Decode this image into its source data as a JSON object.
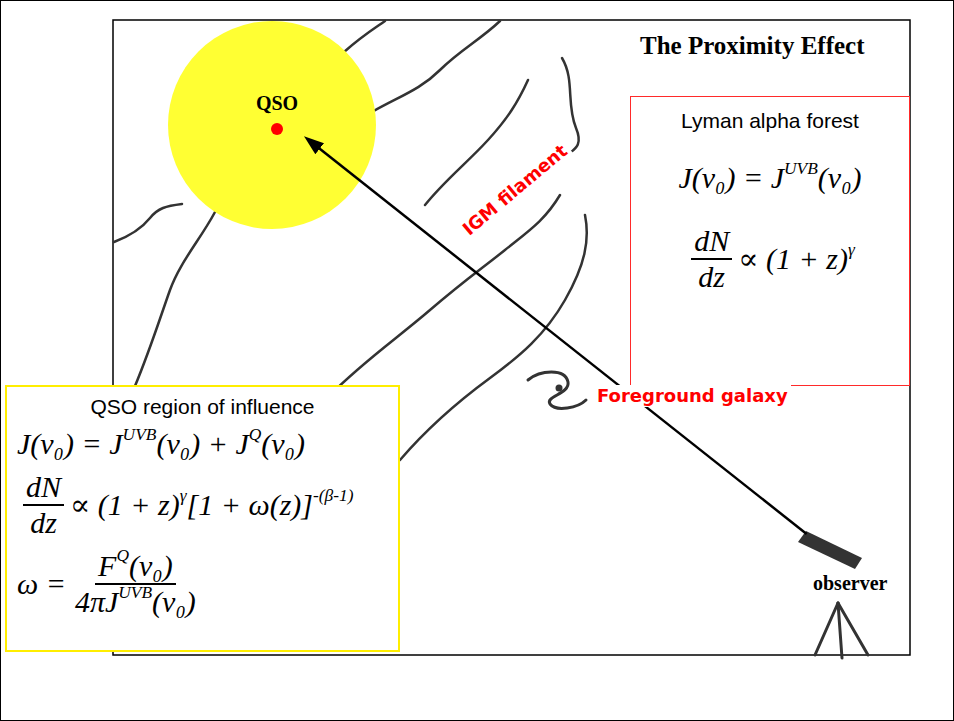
{
  "diagram": {
    "title": "The Proximity Effect",
    "nodes": [
      {
        "text": [
          "QSO"
        ]
      },
      {
        "text": [
          "Lyman alpha forest",
          "J(ν₀) = J",
          "UVB",
          "(ν₀)",
          "dN",
          "dz",
          "∝ (1 + z)",
          "γ"
        ]
      },
      {
        "text": [
          "QSO region of influence",
          "J(ν₀) = J",
          "UVB",
          "(ν₀) + J",
          "Q",
          "(ν₀)",
          "dN",
          "dz",
          "∝ (1 + z)",
          "γ",
          "[1 + ω(z)]",
          "-(β-1)",
          "ω =",
          "F",
          "Q",
          "(ν₀)",
          "4πJ",
          "UVB",
          "(ν₀)"
        ]
      },
      {
        "text": [
          "observer"
        ]
      }
    ],
    "edges": [
      {
        "from": 3,
        "to": 0,
        "arrow": "to"
      }
    ],
    "labels": [
      "IGM filament",
      "Foreground galaxy"
    ]
  }
}
